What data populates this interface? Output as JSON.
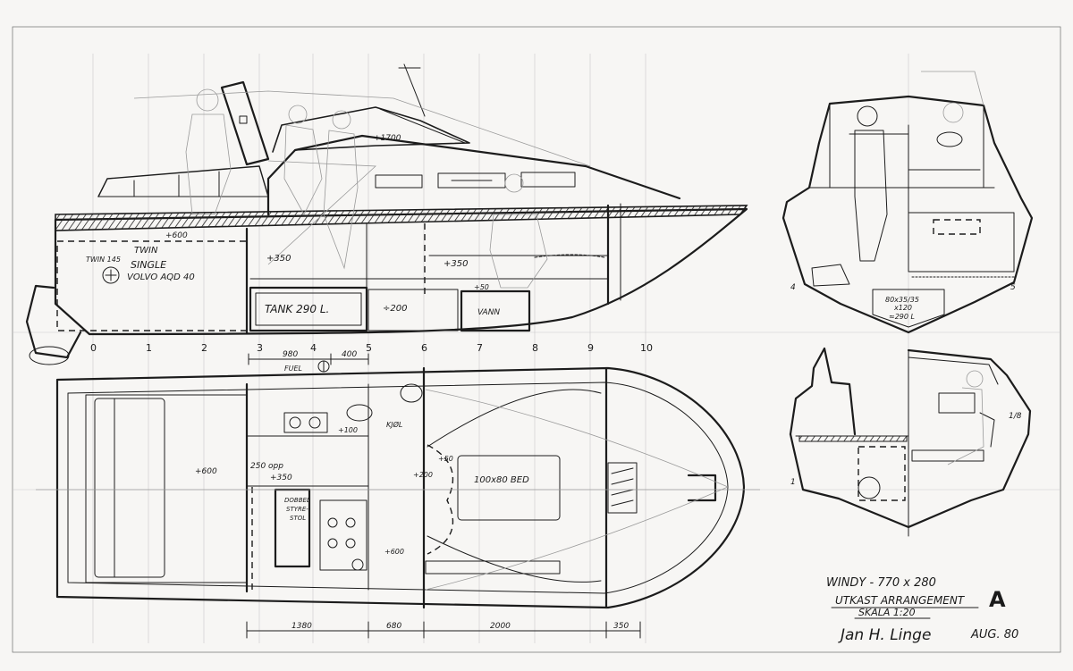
{
  "title_block": {
    "project": "WINDY - 770 x 280",
    "subtitle": "UTKAST ARRANGEMENT",
    "scale": "SKALA 1:20",
    "signature": "Jan H. Linge",
    "date": "AUG. 80",
    "sheet_letter": "A"
  },
  "profile": {
    "engine_label_1": "TWIN",
    "engine_label_2": "SINGLE",
    "engine_model": "VOLVO AQD 40",
    "twin_note": "TWIN 145",
    "height_note": "+1700",
    "deck_note": "+600",
    "cabin_left_note": "+350",
    "cabin_right_note": "+350",
    "sole_note": "+50",
    "tank_label": "TANK 290 L.",
    "sole_drop_note": "÷200",
    "water_label": "VANN"
  },
  "stations": [
    "0",
    "1",
    "2",
    "3",
    "4",
    "5",
    "6",
    "7",
    "8",
    "9",
    "10"
  ],
  "dims_top": [
    "980",
    "400"
  ],
  "plan": {
    "fuel_label": "FUEL",
    "galley_note": "+100",
    "fridge_label": "KJØL",
    "cockpit_note": "+600",
    "steps_note": "250 opp",
    "seat_note": "+350",
    "dinette_label_1": "DOBBEL",
    "dinette_label_2": "STYRE-",
    "dinette_label_3": "STOL",
    "berth_note": "+50",
    "berth_label": "100x80 BED",
    "step_note": "+200",
    "wc_note": "+600"
  },
  "dims_bottom": [
    "1380",
    "680",
    "2000",
    "350"
  ],
  "sections": {
    "tank_line_1": "80x35/35",
    "tank_line_2": "x120",
    "tank_line_3": "≈290 L",
    "num_left": "4",
    "num_right": "5",
    "num_lower_left": "1",
    "num_lower_right": "1/8"
  }
}
